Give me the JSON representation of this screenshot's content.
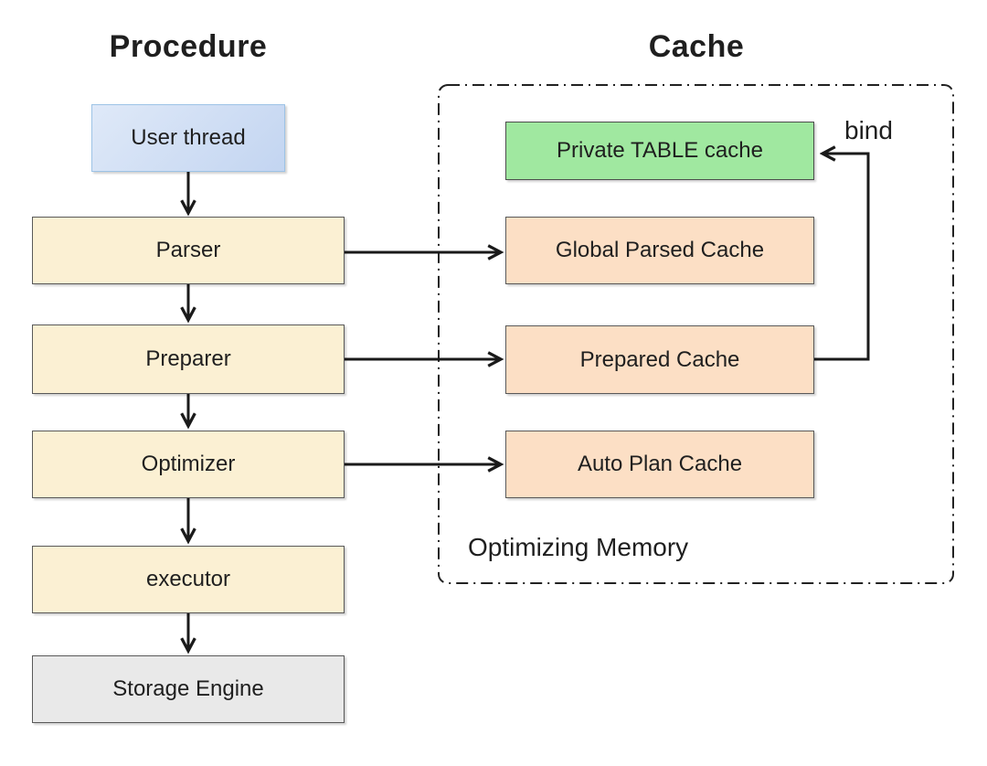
{
  "titles": {
    "procedure": "Procedure",
    "cache": "Cache"
  },
  "nodes": {
    "user_thread": "User thread",
    "parser": "Parser",
    "preparer": "Preparer",
    "optimizer": "Optimizer",
    "executor": "executor",
    "storage_engine": "Storage Engine",
    "private_table_cache": "Private TABLE cache",
    "global_parsed_cache": "Global Parsed Cache",
    "prepared_cache": "Prepared Cache",
    "auto_plan_cache": "Auto Plan Cache"
  },
  "labels": {
    "bind": "bind",
    "optimizing_memory": "Optimizing Memory"
  },
  "edges": [
    {
      "from": "user_thread",
      "to": "parser"
    },
    {
      "from": "parser",
      "to": "preparer"
    },
    {
      "from": "preparer",
      "to": "optimizer"
    },
    {
      "from": "optimizer",
      "to": "executor"
    },
    {
      "from": "executor",
      "to": "storage_engine"
    },
    {
      "from": "parser",
      "to": "global_parsed_cache"
    },
    {
      "from": "preparer",
      "to": "prepared_cache"
    },
    {
      "from": "optimizer",
      "to": "auto_plan_cache"
    },
    {
      "from": "prepared_cache",
      "to": "private_table_cache",
      "label": "bind"
    }
  ],
  "colors": {
    "user_thread_fill_start": "#dfe9f8",
    "user_thread_fill_end": "#c3d5f1",
    "user_thread_border": "#9dc3e6",
    "procedure_fill": "#fbf0d3",
    "cache_fill": "#fcdfc5",
    "private_cache_fill": "#a0e8a0",
    "storage_fill": "#e9e9e9",
    "box_border": "#595959",
    "arrow": "#1a1a1a",
    "text": "#1f1f1f"
  }
}
